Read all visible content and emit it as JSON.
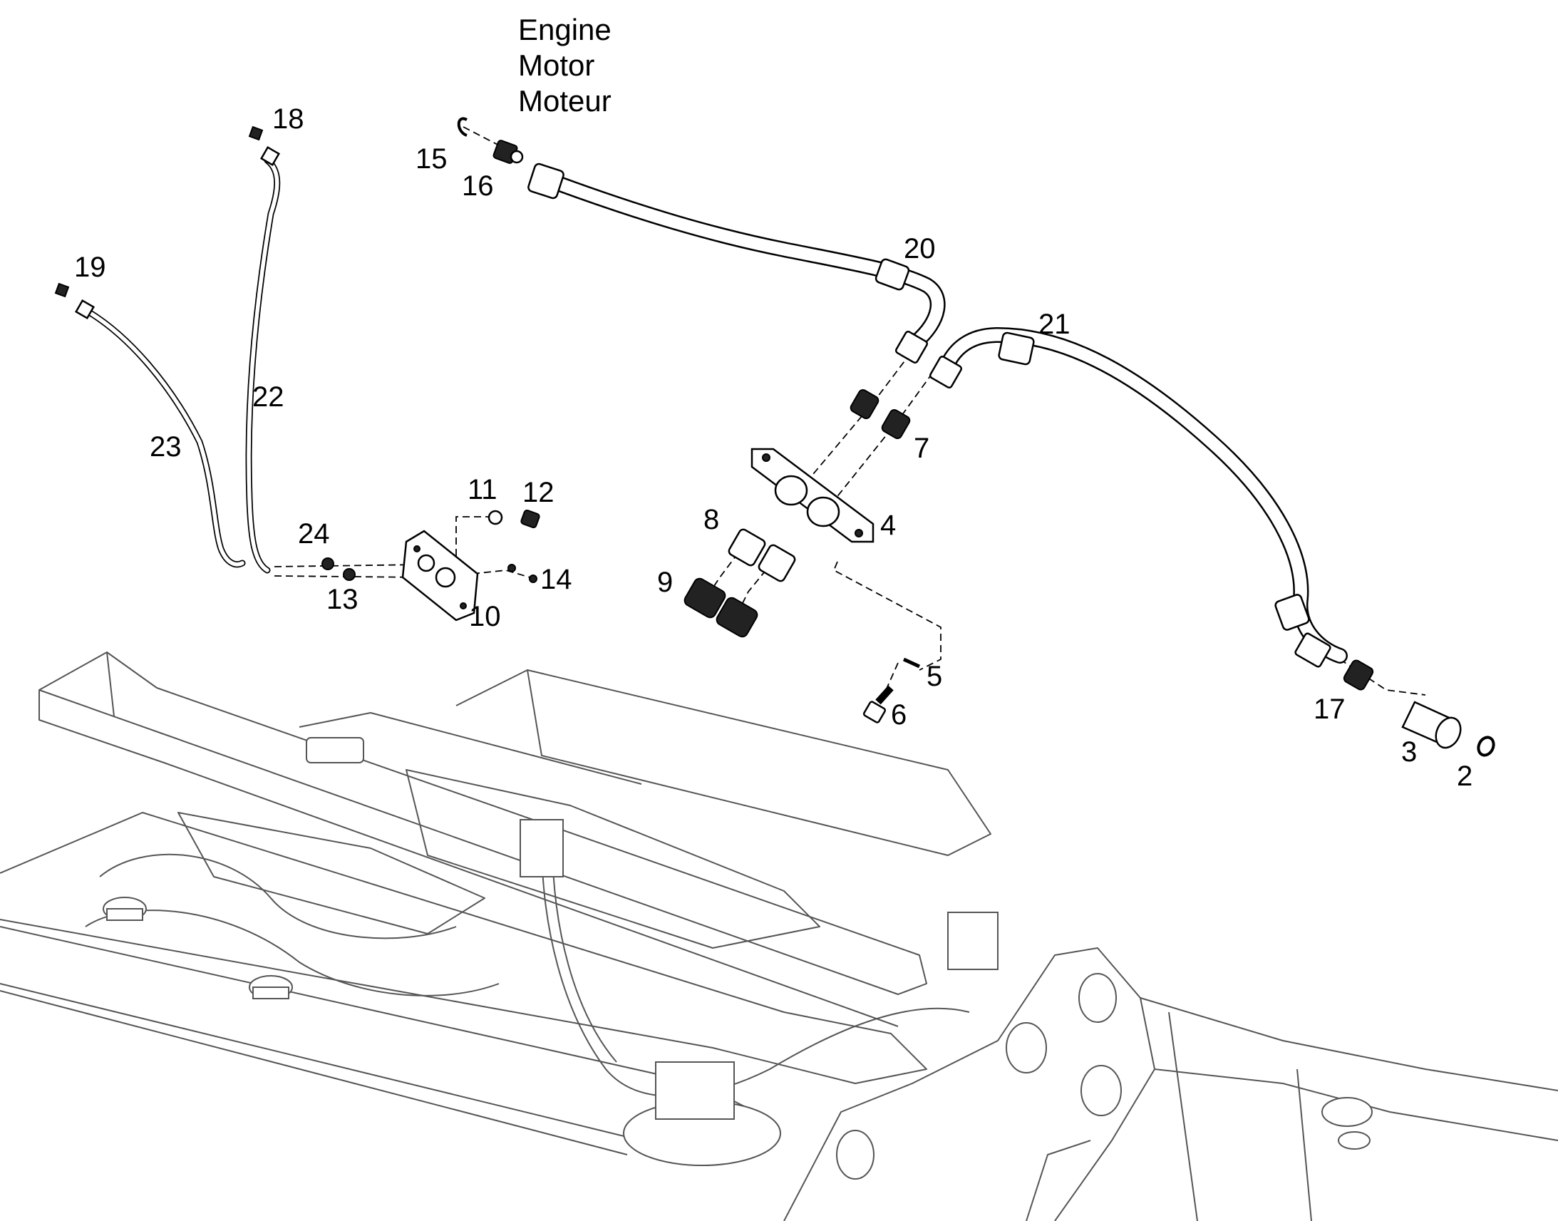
{
  "engine_label": [
    "Engine",
    "Motor",
    "Moteur"
  ],
  "callouts": [
    {
      "id": "c18",
      "text": "18"
    },
    {
      "id": "c15",
      "text": "15"
    },
    {
      "id": "c16",
      "text": "16"
    },
    {
      "id": "c19",
      "text": "19"
    },
    {
      "id": "c20",
      "text": "20"
    },
    {
      "id": "c21",
      "text": "21"
    },
    {
      "id": "c22",
      "text": "22"
    },
    {
      "id": "c23",
      "text": "23"
    },
    {
      "id": "c7",
      "text": "7"
    },
    {
      "id": "c11",
      "text": "11"
    },
    {
      "id": "c12",
      "text": "12"
    },
    {
      "id": "c8",
      "text": "8"
    },
    {
      "id": "c4",
      "text": "4"
    },
    {
      "id": "c24",
      "text": "24"
    },
    {
      "id": "c14",
      "text": "14"
    },
    {
      "id": "c13",
      "text": "13"
    },
    {
      "id": "c9",
      "text": "9"
    },
    {
      "id": "c10",
      "text": "10"
    },
    {
      "id": "c5",
      "text": "5"
    },
    {
      "id": "c6",
      "text": "6"
    },
    {
      "id": "c17",
      "text": "17"
    },
    {
      "id": "c3",
      "text": "3"
    },
    {
      "id": "c2",
      "text": "2"
    }
  ]
}
